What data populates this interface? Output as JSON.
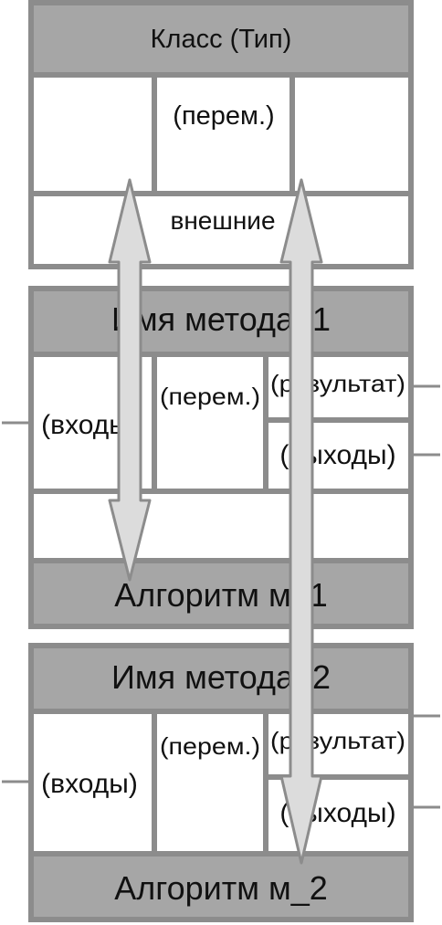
{
  "class_block": {
    "title": "Класс (Тип)",
    "vars_label": "(перем.)",
    "external_label": "внешние"
  },
  "methods": [
    {
      "name": "Имя метода_1",
      "inputs_label": "(входы)",
      "vars_label": "(перем.)",
      "result_label": "(результат)",
      "outputs_label": "(выходы)",
      "algorithm_label": "Алгоритм м_1"
    },
    {
      "name": "Имя метода_2",
      "inputs_label": "(входы)",
      "vars_label": "(перем.)",
      "result_label": "(результат)",
      "outputs_label": "(выходы)",
      "algorithm_label": "Алгоритм м_2"
    }
  ],
  "colors": {
    "header_fill": "#a6a6a6",
    "border": "#8c8c8c",
    "arrow_fill": "#dcdcdc"
  }
}
